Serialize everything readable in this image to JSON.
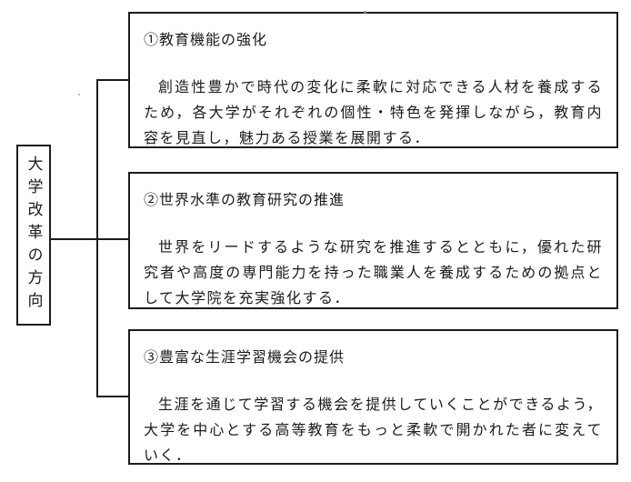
{
  "figure": {
    "colors": {
      "background": "#ffffff",
      "line": "#1b1b1b",
      "text": "#1b1b1b"
    },
    "root": {
      "label": "大学改革の方向"
    },
    "branches": [
      {
        "title": "①教育機能の強化",
        "body": "創造性豊かで時代の変化に柔軟に対応できる人材を養成するため，各大学がそれぞれの個性・特色を発揮しながら，教育内容を見直し，魅力ある授業を展開する．"
      },
      {
        "title": "②世界水準の教育研究の推進",
        "body": "世界をリードするような研究を推進するとともに，優れた研究者や高度の専門能力を持った職業人を養成するための拠点として大学院を充実強化する．"
      },
      {
        "title": "③豊富な生涯学習機会の提供",
        "body": "生涯を通じて学習する機会を提供していくことができるよう，大学を中心とする高等教育をもっと柔軟で開かれた者に変えていく．"
      }
    ]
  }
}
